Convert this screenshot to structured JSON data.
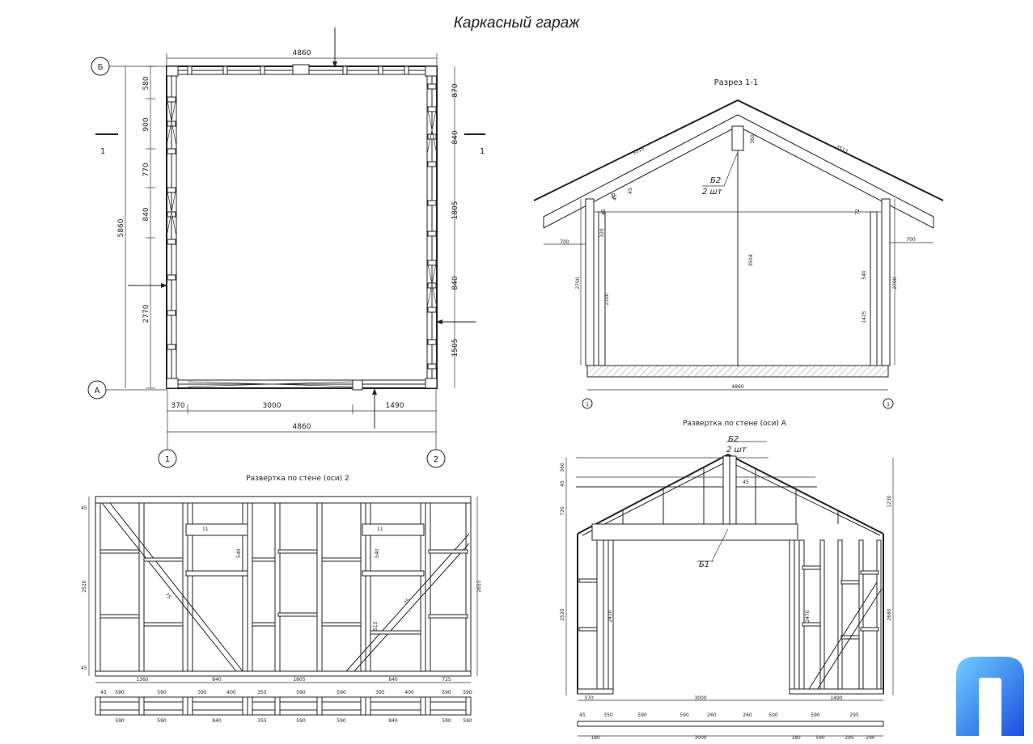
{
  "title": "Каркасный гараж",
  "plan": {
    "axes": {
      "top": "Б",
      "bottom": "А",
      "left": "1",
      "right": "2"
    },
    "section_mark": "1",
    "dim_top": "4860",
    "dim_bottom_total": "4860",
    "dim_bottom_parts": [
      "370",
      "3000",
      "1490"
    ],
    "dim_left_total": "5860",
    "dim_left_parts": [
      "580",
      "900",
      "770",
      "840",
      "2770"
    ],
    "dim_right_parts": [
      "870",
      "840",
      "1805",
      "840",
      "1505"
    ]
  },
  "section": {
    "title": "Разрез 1-1",
    "rafter_left": "3513",
    "rafter_right": "3513",
    "beam_label": "Б2",
    "beam_qty": "2 шт",
    "height": "3504",
    "eave_left": "700",
    "eave_right": "700",
    "wall_left": "2700",
    "wall_inner": "2100",
    "wall_right": "2700",
    "span": "4860",
    "axis": "1",
    "beam_h": "360",
    "small_dims": [
      "45",
      "45",
      "320",
      "45",
      "45",
      "72",
      "540",
      "1425"
    ]
  },
  "elev2": {
    "title": "Развертка по стене (оси) 2",
    "bottom_dims": [
      "1360",
      "840",
      "1805",
      "840",
      "725"
    ],
    "height_left": "2520",
    "height_right": "2655",
    "small": [
      "45",
      "11",
      "540",
      "515",
      "75"
    ],
    "row1": [
      "45",
      "590",
      "590",
      "395",
      "400",
      "355",
      "590",
      "590",
      "395",
      "400",
      "590",
      "590"
    ],
    "row2": [
      "590",
      "590",
      "840",
      "355",
      "590",
      "590",
      "840",
      "590",
      "590"
    ]
  },
  "elevA": {
    "title": "Развертка по стене (оси) А",
    "beam_label": "Б2",
    "beam_qty": "2 шт",
    "lintel_label": "Б1",
    "bottom_dims": [
      "370",
      "3000",
      "1490"
    ],
    "height_left": "2520",
    "height_right": "2680",
    "height_total": "1230",
    "small": [
      "360",
      "45",
      "720",
      "45",
      "2410",
      "2470"
    ],
    "row1": [
      "45",
      "350",
      "590",
      "590",
      "260",
      "260",
      "500",
      "590",
      "295"
    ],
    "row2": [
      "180",
      "3000",
      "180",
      "590",
      "295",
      "290"
    ]
  },
  "logo": {
    "color": "#2a7de8",
    "icon": "brand-logo-icon"
  }
}
